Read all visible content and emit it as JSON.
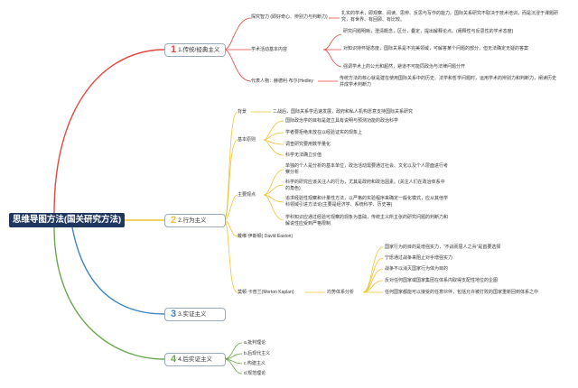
{
  "root": {
    "label": "思维导图方法(国关研究方法)"
  },
  "branches": [
    {
      "num": "1",
      "label": "1.传统/经典主义",
      "color": "#e8453c",
      "items": [
        {
          "label": "探究智力 (即好奇心、辨别力与判断力)",
          "note": "扎实的学术，即观察、阅读、思辨、反思与写作的能力。国际关系研究不取决于技术培训，而是沉浸于课题研究，有世界、有回顾、有比较。"
        },
        {
          "label": "学术活动基本内容",
          "subs": [
            "研究问题明晰，澄清概念，区分，叠定，提出解释论点。(阐释性与反思性的学术态度)",
            "对知识持怀疑态度，国际关系是不完美领域，可解答某个问题的部分，但无法确定无疑的答案",
            "强调学术上的公允和超然，避道不可能同政治与法律问题分开"
          ]
        },
        {
          "label": "代表人物：赫德利·布尔(Hedley",
          "note": "传统方法的核心就是建在使用国际关系中的历史、法学和哲学问题时，运用学术的辨别力和判断力，阐读历史并成学术判断力"
        }
      ]
    },
    {
      "num": "2",
      "label": "2.行为主义",
      "color": "#f1c232",
      "items": [
        {
          "label": "背景",
          "note": "二战后，国际关系学迅速发展，政府和私人机构愿意支持国际关系研究"
        },
        {
          "label": "基本原则",
          "subs": [
            "国际政治学的目标是建立具有说明与预测功能的政治科学",
            "学者要拒绝未放在以经验证实的现象上",
            "调查研究要用数学量化",
            "科学无法确立价值"
          ]
        },
        {
          "label": "主要观点",
          "subs": [
            "单独的个人是分析的基本单位，政治活动需要通过社会、文化以及个人层面进行考察分析",
            "科学的研究应该关注人的行为，尤其是政府和政治因素。(关注人们在政治体系中的角色)",
            "追求经验性观察和计量性方法，以严格的实验程序来确定一般化模式，应从其他学科领域引进方法论(主要是经济学、系统科学、历史等)",
            "学科知识应通过经验可观察的现象为基础，传统主义所主张的研究问题的判断力和解说性应受到严格限制"
          ]
        },
        {
          "label": "戴维·伊斯顿( David Easton)"
        },
        {
          "label": "莫顿·卡普兰(Morton Kaplan)",
          "system": "均势体系分析",
          "subs": [
            "国家行为的目的是增强实力，“不战而屈人之兵”是首要选择",
            "宁愿通过战争来阻止对手增强实力",
            "战争不以消灭国家行为体为目的",
            "反对任何国家或国家集团在体系内取得支配性地位的企图",
            "任何国家都能可以接受的任意伙伴，包括允许被打败的国家重新回到体系之中"
          ]
        }
      ]
    },
    {
      "num": "3",
      "label": "3.实证主义",
      "color": "#3d85c6",
      "items": []
    },
    {
      "num": "4",
      "label": "4.后实证主义",
      "color": "#6aa84f",
      "items": [
        {
          "label": "a.批判理论"
        },
        {
          "label": "b.后现代主义"
        },
        {
          "label": "c.构建主义"
        },
        {
          "label": "d.规范理论"
        }
      ]
    }
  ]
}
